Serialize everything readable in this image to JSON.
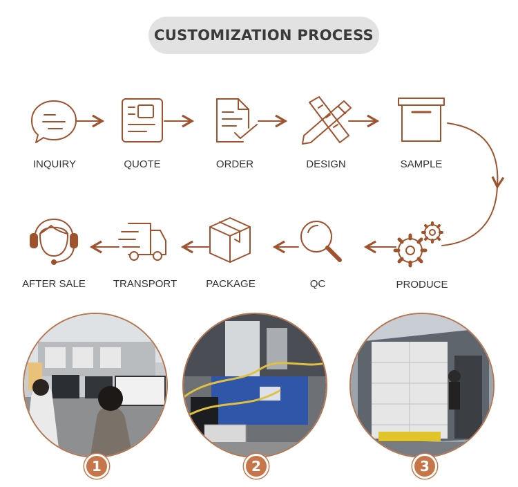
{
  "title": "CUSTOMIZATION PROCESS",
  "accent_color": "#a0522d",
  "steps_row1": [
    {
      "label": "INQUIRY",
      "icon": "chat-bubble-icon"
    },
    {
      "label": "QUOTE",
      "icon": "id-card-icon"
    },
    {
      "label": "ORDER",
      "icon": "document-check-icon"
    },
    {
      "label": "DESIGN",
      "icon": "pencil-ruler-icon"
    },
    {
      "label": "SAMPLE",
      "icon": "archive-box-icon"
    }
  ],
  "steps_row2": [
    {
      "label": "AFTER SALE",
      "icon": "headset-agent-icon"
    },
    {
      "label": "TRANSPORT",
      "icon": "delivery-truck-icon"
    },
    {
      "label": "PACKAGE",
      "icon": "package-box-icon"
    },
    {
      "label": "QC",
      "icon": "magnifier-icon"
    },
    {
      "label": "PRODUCE",
      "icon": "gears-icon"
    }
  ],
  "photos": [
    {
      "badge": "1",
      "scene": "office-photo"
    },
    {
      "badge": "2",
      "scene": "factory-photo"
    },
    {
      "badge": "3",
      "scene": "loading-truck-photo"
    }
  ]
}
